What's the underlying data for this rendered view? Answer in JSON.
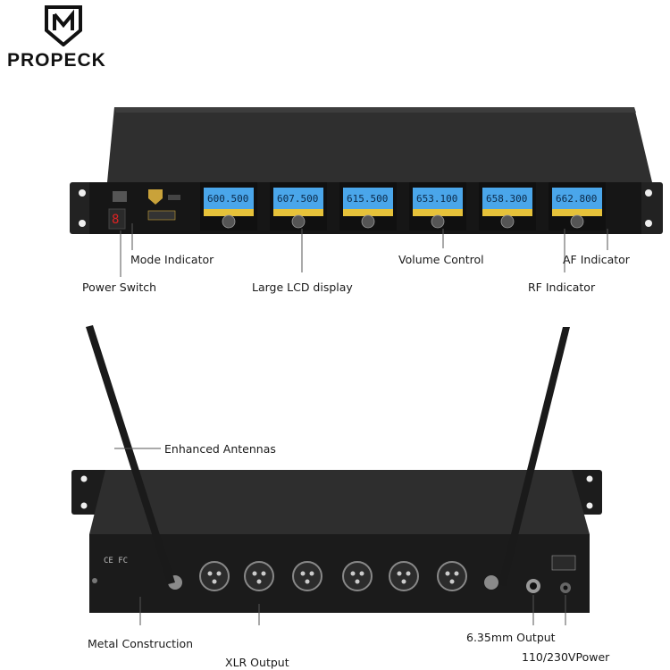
{
  "brand": {
    "name": "PROPECK"
  },
  "front_labels": {
    "mode_indicator": "Mode Indicator",
    "power_switch": "Power Switch",
    "large_lcd": "Large LCD display",
    "volume_control": "Volume Control",
    "af_indicator": "AF Indicator",
    "rf_indicator": "RF Indicator"
  },
  "lcd_frequencies": [
    "600.500",
    "607.500",
    "615.500",
    "653.100",
    "658.300",
    "662.800"
  ],
  "back_labels": {
    "enhanced_antennas": "Enhanced Antennas",
    "metal_construction": "Metal Construction",
    "xlr_output": "XLR Output",
    "output_635": "6.35mm Output",
    "power": "110/230VPower"
  },
  "colors": {
    "lcd_blue": "#4aa6ea",
    "lcd_yellow": "#e6c23a",
    "chassis": "#2a2a2a"
  }
}
